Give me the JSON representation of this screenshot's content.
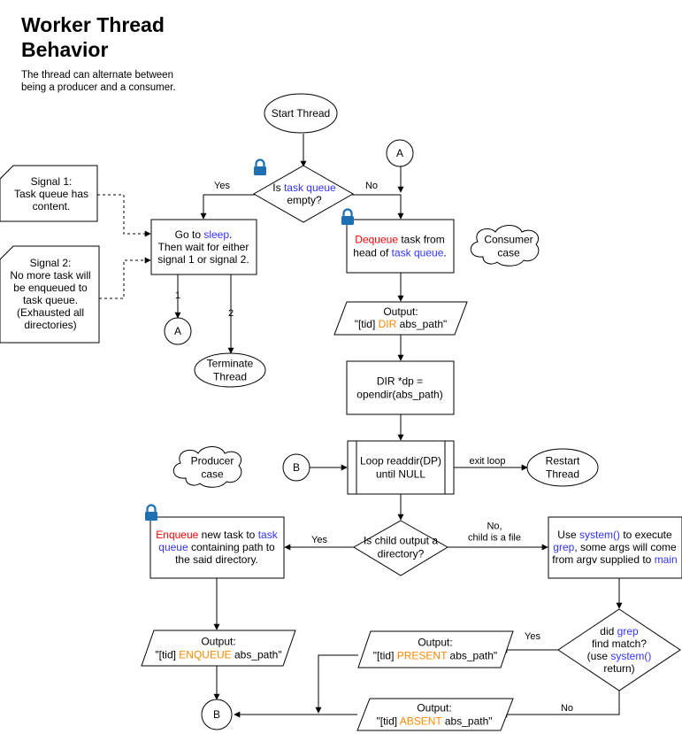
{
  "title": [
    "Worker Thread",
    "Behavior"
  ],
  "subtitle": [
    "The thread can alternate between",
    "being a producer and a consumer."
  ],
  "colors": {
    "blue": "#3333ff",
    "red": "#ff0000",
    "orange": "#ff8800",
    "lock": "#1f6fb5"
  },
  "nodes": {
    "start": [
      "Start Thread"
    ],
    "connector_a_top": "A",
    "connector_a_left": "A",
    "connector_b_left": "B",
    "connector_b_bottom": "B",
    "empty_check": [
      [
        {
          "t": "Is "
        },
        {
          "t": "task queue",
          "c": "blue"
        }
      ],
      [
        {
          "t": "empty?"
        }
      ]
    ],
    "signal1": [
      "Signal 1:",
      "Task queue has",
      "content."
    ],
    "signal2": [
      "Signal 2:",
      "No more task will",
      "be enqueued to",
      "task queue.",
      "(Exhausted all",
      "directories)"
    ],
    "sleep": [
      [
        {
          "t": "Go to "
        },
        {
          "t": "sleep",
          "c": "blue"
        },
        {
          "t": "."
        }
      ],
      [
        {
          "t": "Then wait for either"
        }
      ],
      [
        {
          "t": "signal 1 or signal 2."
        }
      ]
    ],
    "dequeue": [
      [
        {
          "t": "Dequeue",
          "c": "red"
        },
        {
          "t": " task from"
        }
      ],
      [
        {
          "t": "head of "
        },
        {
          "t": "task queue",
          "c": "blue"
        },
        {
          "t": "."
        }
      ]
    ],
    "consumer_case": [
      "Consumer",
      "case"
    ],
    "terminate": [
      "Terminate",
      "Thread"
    ],
    "output_dir": [
      [
        {
          "t": "Output:"
        }
      ],
      [
        {
          "t": "\"[tid] "
        },
        {
          "t": "DIR",
          "c": "orange"
        },
        {
          "t": " abs_path\""
        }
      ]
    ],
    "opendir": [
      "DIR *dp =",
      "opendir(abs_path)"
    ],
    "loop": [
      "Loop readdir(DP)",
      "until NULL"
    ],
    "producer_case": [
      "Producer",
      "case"
    ],
    "restart": [
      "Restart",
      "Thread"
    ],
    "child_check": [
      "Is child output a",
      "directory?"
    ],
    "enqueue": [
      [
        {
          "t": "Enqueue",
          "c": "red"
        },
        {
          "t": " new task to "
        },
        {
          "t": "task",
          "c": "blue"
        }
      ],
      [
        {
          "t": "queue",
          "c": "blue"
        },
        {
          "t": " containing path to"
        }
      ],
      [
        {
          "t": "the said directory."
        }
      ]
    ],
    "system_exec": [
      [
        {
          "t": "Use "
        },
        {
          "t": "system()",
          "c": "blue"
        },
        {
          "t": " to execute"
        }
      ],
      [
        {
          "t": "grep",
          "c": "blue"
        },
        {
          "t": ", some args will come"
        }
      ],
      [
        {
          "t": "from argv supplied to "
        },
        {
          "t": "main",
          "c": "blue"
        }
      ]
    ],
    "output_enqueue": [
      [
        {
          "t": "Output:"
        }
      ],
      [
        {
          "t": "\"[tid] "
        },
        {
          "t": "ENQUEUE",
          "c": "orange"
        },
        {
          "t": " abs_path\""
        }
      ]
    ],
    "output_present": [
      [
        {
          "t": "Output:"
        }
      ],
      [
        {
          "t": "\"[tid] "
        },
        {
          "t": "PRESENT",
          "c": "orange"
        },
        {
          "t": " abs_path\""
        }
      ]
    ],
    "output_absent": [
      [
        {
          "t": "Output:"
        }
      ],
      [
        {
          "t": "\"[tid] "
        },
        {
          "t": "ABSENT",
          "c": "orange"
        },
        {
          "t": " abs_path\""
        }
      ]
    ],
    "grep_check": [
      [
        {
          "t": "did "
        },
        {
          "t": "grep",
          "c": "blue"
        }
      ],
      [
        {
          "t": "find match?"
        }
      ],
      [
        {
          "t": "(use "
        },
        {
          "t": "system()",
          "c": "blue"
        }
      ],
      [
        {
          "t": "return)"
        }
      ]
    ]
  },
  "edge_labels": {
    "yes_empty": "Yes",
    "no_empty": "No",
    "signal_1": "1",
    "signal_2": "2",
    "exit_loop": "exit loop",
    "yes_child": "Yes",
    "no_child": [
      "No,",
      "child is a file"
    ],
    "yes_grep": "Yes",
    "no_grep": "No"
  }
}
